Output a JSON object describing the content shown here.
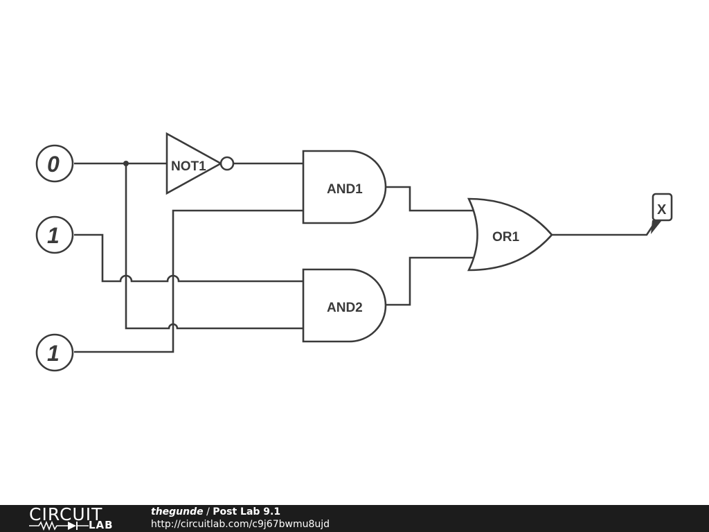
{
  "schematic": {
    "inputs": [
      {
        "value": "0"
      },
      {
        "value": "1"
      },
      {
        "value": "1"
      }
    ],
    "gates": {
      "not1": "NOT1",
      "and1": "AND1",
      "and2": "AND2",
      "or1": "OR1"
    },
    "output": {
      "label": "X"
    }
  },
  "footer": {
    "brand_top": "CIRCUIT",
    "brand_bottom": "LAB",
    "user": "thegunde",
    "separator": " / ",
    "title": "Post Lab 9.1",
    "url": "http://circuitlab.com/c9j67bwmu8ujd"
  },
  "colors": {
    "stroke": "#3a3a3a",
    "background": "#ffffff",
    "footer_bg": "#1c1c1c",
    "footer_text": "#ffffff"
  }
}
